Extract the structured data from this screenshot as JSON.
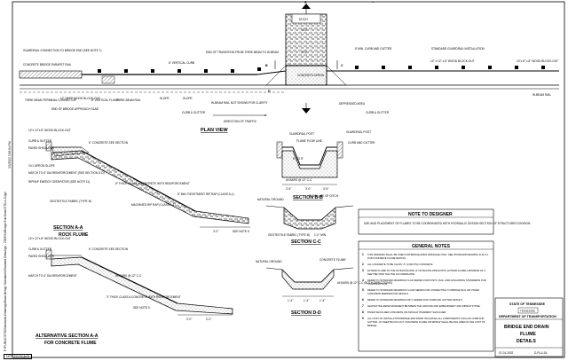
{
  "sheet": {
    "filepath": "P:\\PUBLIC\\STD\\Standards Drawings\\Road Design Standards\\Standard Drawings - 2025\\S4\\Bridge End Drain\\STD-4-5.dgn",
    "edge_note": "3/3/2022 2:59:54 PM",
    "scale_note": "NOT TO SCALE",
    "date": "07-01-2022",
    "dwg_no": "D-FLU-2A"
  },
  "title_block": {
    "state": "STATE OF TENNESSEE",
    "dept": "DEPARTMENT OF TRANSPORTATION",
    "title_lines": [
      "BRIDGE END DRAIN",
      "FLUME",
      "DETAILS"
    ]
  },
  "plan_view": {
    "title": "PLAN VIEW",
    "section_mark": "A",
    "labels": {
      "bridge_conn": "GUARDRAIL CONNECTION TO BRIDGE END (SEE NOTE 7)",
      "concrete_bridge_rail": "CONCRETE BRIDGE PARAPET RAIL",
      "thrie_beam_transition": "THRIE-BEAM TERMINAL CONNECTOR",
      "wood_blockout": "12\" DEEP WOOD BLOCK-OUT",
      "vertical_flume": "8\" VERTICAL FLUME",
      "thrie_beam_rail": "THRIE-BEAM RAIL",
      "vertical_curb": "6\" VERTICAL CURB",
      "end_of_transition": "END OF TRANSITION FROM THRIE BEAM TO W-BEAM",
      "w_beam_rail": "W-BEAM RAIL NOT SHOWN FOR CLARITY",
      "end_of_bridge": "END OF BRIDGE APPROACH SLAB",
      "slope": "SLOPE",
      "slope_arrow": "SLOPE",
      "curb_gutter": "CURB & GUTTER",
      "direction": "DIRECTION OF TRAFFIC",
      "concrete_apron": "CONCRETE APRON",
      "depressed_area": "DEPRESSED AREA",
      "curb_gutter_r": "CURB & GUTTER",
      "min_curb": "8' MIN. CURB AND GUTTER",
      "std_guardrail": "STANDARD GUARDRAIL INSTALLATION",
      "post_left": "14\" x 12\" x 8\" WOOD BLOCK-OUT",
      "post_right": "10\"x 8\" x 8\" WOOD BLOCK-OUT",
      "w_beam_right": "W-BEAM RAIL",
      "ditch": "DITCH",
      "dim_3": "3'-0\"",
      "dim_2": "2'-0\"",
      "mark_b": "B",
      "mark_c": "C",
      "mark_d": "D"
    }
  },
  "section_aa": {
    "title": "SECTION A-A",
    "subtitle": "ROCK FLUME",
    "labels": [
      "14\"x 12\"x 8\" WOOD BLOCK-OUT",
      "CURB & GUTTER",
      "PAVED SHOULDER",
      "6\" CONCRETE SEE SECTION",
      "10:1 APRON SLOPE",
      "MATCH TO 6\" DIA REINFORCEMENT (SEE SECTION D-D)",
      "RIPRAP ENERGY DISSIPATOR (SEE NOTE 11)",
      "GEOTEXTILE FABRIC (TYPE III)",
      "8\" MIN. REVETMENT RIP RAP (CLASS A-1)",
      "MACHINED RIP RAP (CLASS A-1)",
      "8\" THICK CLASS A CONCRETE WITH REINFORCEMENT",
      "3'-0\"",
      "SEE NOTE 5"
    ]
  },
  "section_alt": {
    "title": "ALTERNATIVE SECTION A-A",
    "subtitle": "FOR CONCRETE FLUME",
    "labels": [
      "14\"x 12\"x 8\" WOOD BLOCK-OUT",
      "CURB & GUTTER",
      "PAVED SHOULDER",
      "6\" CONCRETE SEE SECTION",
      "MATCH TO 6\" DIA REINFORCEMENT",
      "3\" THICK CLASS A CONCRETE WITH REINFORCEMENT",
      "#4 BARS @ 12\" C-C",
      "SEE NOTE 5",
      "3'-0\"",
      "2'-0\""
    ]
  },
  "section_bb": {
    "title": "SECTION B-B",
    "labels": [
      "GUARDRAIL POST",
      "CURB AND GUTTER",
      "FLUME FLOW LINE",
      "#4 BARS",
      "6\" TO 8\"",
      "3'-6\"",
      "3'-0\"",
      "3'-6\"",
      "#4 BARS @ 12\" C-C",
      "1'-8\""
    ]
  },
  "section_cc": {
    "title": "SECTION C-C",
    "labels": [
      "NATURAL GROUND",
      "FLOW LINE OF DITCH",
      "GEOTEXTILE FABRIC (TYPE III)",
      "8\" MIN. RIPRAP",
      "1'-0\" MIN.",
      "1'-4\"",
      "1'-4\""
    ]
  },
  "section_dd": {
    "title": "SECTION D-D",
    "labels": [
      "NATURAL GROUND",
      "CONCRETE FLUME",
      "5\" THICK",
      "MAX",
      "#4 BARS @ 12\" C-C (BOTH DIRECTIONS)",
      "1'-4\"",
      "1'-4\"",
      "1'-4\"",
      "3'-6\""
    ]
  },
  "note_to_designer": {
    "title": "NOTE TO DESIGNER",
    "text": "USE AND PLACEMENT OF FLUMES TO BE COORDINATED WITH HYDRAULIC DESIGN SECTION OF STRUCTURES DIVISION."
  },
  "general_notes": {
    "title": "GENERAL NOTES",
    "items": [
      {
        "n": "1",
        "text": "THIS DRAWING SHALL BE USED FOR BRIDGE ENDS DRAINAGE ONLY. SEE STANDARD DRAWING D-FLU-1 FOR CONCRETE FLUME DETAILS."
      },
      {
        "n": "2",
        "text": "ALL CONCRETE TO BE CLASS \"A\" (3,000 PSI) CONCRETE."
      },
      {
        "n": "3",
        "text": "EXTEND FLUME TO TOE OF BACKSLOPE. IF NO BACKSLOPE EXISTS, EXTEND FLUME A MINIMUM OF 4 FEET BEYOND THE TOE OF FORESLOPE."
      },
      {
        "n": "4",
        "text": "REFER TO STANDARD DRAWINGS S-GR SERIES FOR POSTS, RAIL, AND ANCHORING STANDARDS FOR CONSTRUCTION."
      },
      {
        "n": "5",
        "text": "REFER TO STANDARD DRAWINGS S-GR2 SERIES FOR CONNECTING TO BRIDGE RAIL OR OTHER CONCRETE BARRIER FOR DETAILS."
      },
      {
        "n": "6",
        "text": "REFER TO STANDARD DRAWINGS RP-C SERIES FOR CURB AND GUTTER DETAILS."
      },
      {
        "n": "7",
        "text": "GEOTEXTILE REINFORCEMENT BETWEEN THE GROUND AND EMBANKMENT AND RIPRAP STONE."
      },
      {
        "n": "8",
        "text": "PAVED SHOULDER CONCRETE OR ASPHALT PAVEMENT SHOULDER."
      },
      {
        "n": "9",
        "text": "ALL COST OF INSTALLATION BRIDGE END DRAIN INCLUDING ALL COMPONENTS SUCH AS CURB AND GUTTER, 10\" DEEP BLOCK-OUT, CONCRETE FLUME OR RIPRAP SHALL BE INCLUDED IN THE COST OF BRIDGE."
      }
    ]
  }
}
